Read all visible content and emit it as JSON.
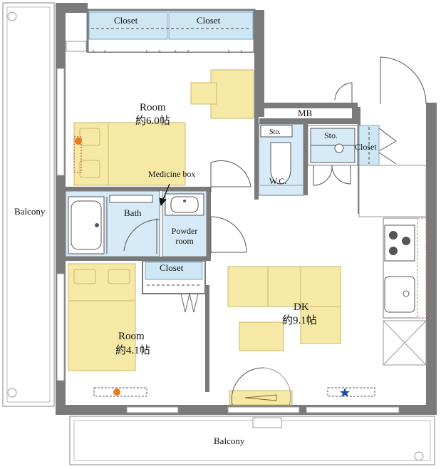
{
  "labels": {
    "closet_top_left": "Closet",
    "closet_top_right": "Closet",
    "room_upper": "Room",
    "room_upper_size": "約6.0帖",
    "mb": "MB",
    "sto_wc": "Sto.",
    "sto_right": "Sto.",
    "closet_right": "Closet",
    "wc": "W.C.",
    "medicine_box": "Medicine box",
    "bath": "Bath",
    "powder_room": "Powder room",
    "closet_middle": "Closet",
    "dk": "DK",
    "dk_size": "約9.1帖",
    "room_lower": "Room",
    "room_lower_size": "約4.1帖",
    "balcony_left": "Balcony",
    "balcony_bottom": "Balcony"
  },
  "colors": {
    "wall": "#7a7a7a",
    "closet_fill": "#cfe6f5",
    "wet_fill": "#d6ebf7",
    "furniture_fill": "#f6e9a6",
    "furniture_stroke": "#c9b86a",
    "outlet_dot": "#e87b1e",
    "star": "#1a4fa0",
    "floor": "#ffffff"
  },
  "icons": {
    "outlet_upper": "outlet-dot-icon",
    "outlet_lower": "outlet-dot-icon",
    "star": "star-icon",
    "stove": "stove-burner-icon"
  }
}
